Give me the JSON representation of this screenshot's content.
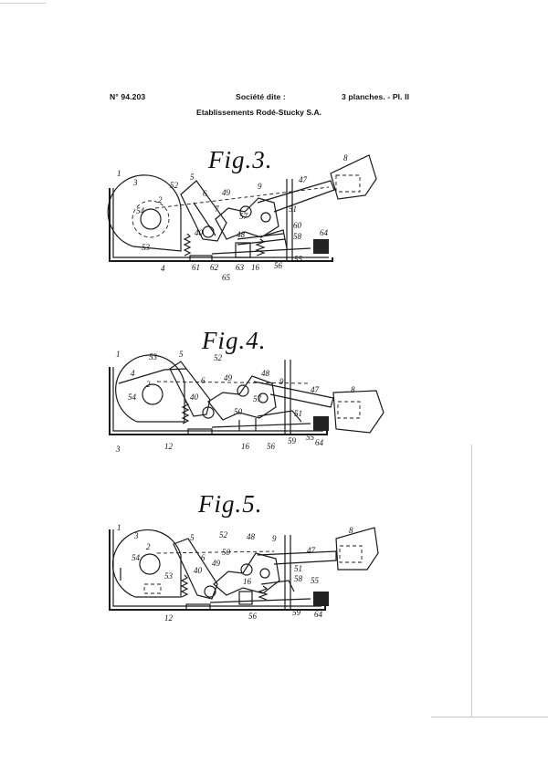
{
  "header": {
    "brevet_no": "N° 94.203",
    "societe": "Société dite :",
    "planches": "3 planches. - Pl. II",
    "etablissement": "Etablissements Rodé-Stucky S.A."
  },
  "figures": [
    {
      "title": "Fig.3.",
      "labels": [
        "1",
        "3",
        "2",
        "54",
        "53",
        "52",
        "5",
        "6",
        "7",
        "40",
        "49",
        "9",
        "57",
        "51",
        "60",
        "58",
        "8",
        "47",
        "64",
        "48",
        "61",
        "62",
        "63",
        "16",
        "56",
        "55",
        "65",
        "4"
      ]
    },
    {
      "title": "Fig.4.",
      "labels": [
        "1",
        "53",
        "5",
        "52",
        "48",
        "49",
        "6",
        "9",
        "47",
        "8",
        "4",
        "2",
        "54",
        "40",
        "50",
        "57",
        "51",
        "12",
        "16",
        "56",
        "59",
        "55",
        "64",
        "3"
      ]
    },
    {
      "title": "Fig.5.",
      "labels": [
        "1",
        "3",
        "5",
        "52",
        "48",
        "9",
        "47",
        "8",
        "2",
        "54",
        "50",
        "49",
        "6",
        "40",
        "53",
        "51",
        "16",
        "58",
        "55",
        "12",
        "56",
        "59",
        "64"
      ]
    }
  ]
}
